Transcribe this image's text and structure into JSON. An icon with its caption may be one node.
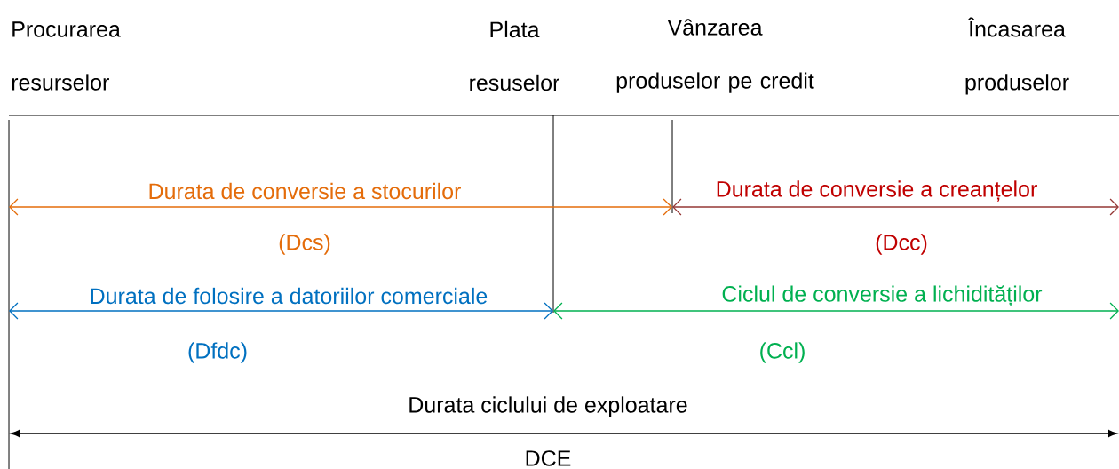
{
  "diagram": {
    "labels": [
      "Procurarea resurselor",
      "Plata resuselor",
      "Vânzarea produselor pe credit",
      "Încasarea produselor",
      "Durata de conversie a stocurilor",
      "Durata de conversie a creanțelor",
      "(Dcs)",
      "(Dcc)",
      "Durata de folosire a datoriilor comerciale",
      "Ciclul de conversie a lichidităților",
      "(Dfdc)",
      "(Ccl)",
      "Durata ciclului de exploatare",
      "DCE"
    ]
  }
}
